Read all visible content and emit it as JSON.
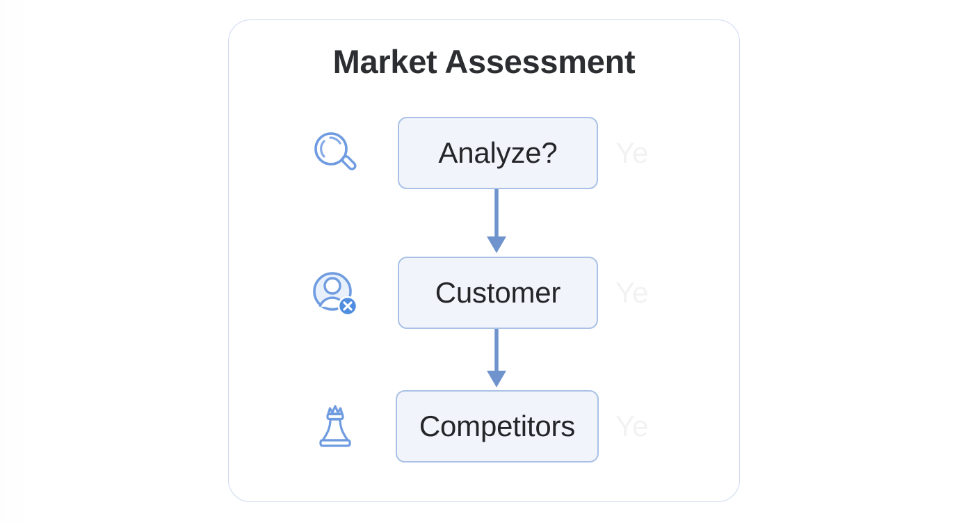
{
  "card": {
    "title": "Market Assessment",
    "border_color": "#cdd9ef",
    "background": "#ffffff"
  },
  "theme": {
    "node_fill": "#f1f4fa",
    "node_border": "#a9c1e6",
    "node_text": "#242529",
    "icon_color": "#6f9be0",
    "arrow_color": "#6f93cc",
    "edge_label_color": "#f2f2f3",
    "title_color": "#2b2d31"
  },
  "flow": {
    "nodes": [
      {
        "id": "analyze",
        "label": "Analyze?",
        "icon": "magnifier-icon",
        "edge_label": "Ye"
      },
      {
        "id": "customer",
        "label": "Customer",
        "icon": "user-remove-icon",
        "edge_label": "Ye"
      },
      {
        "id": "competitors",
        "label": "Competitors",
        "icon": "chess-queen-icon",
        "edge_label": "Ye"
      }
    ],
    "connectors": [
      {
        "id": "analyze-to-customer",
        "from": "analyze",
        "to": "customer",
        "direction": "down"
      },
      {
        "id": "customer-to-competitors",
        "from": "customer",
        "to": "competitors",
        "direction": "down"
      }
    ]
  }
}
